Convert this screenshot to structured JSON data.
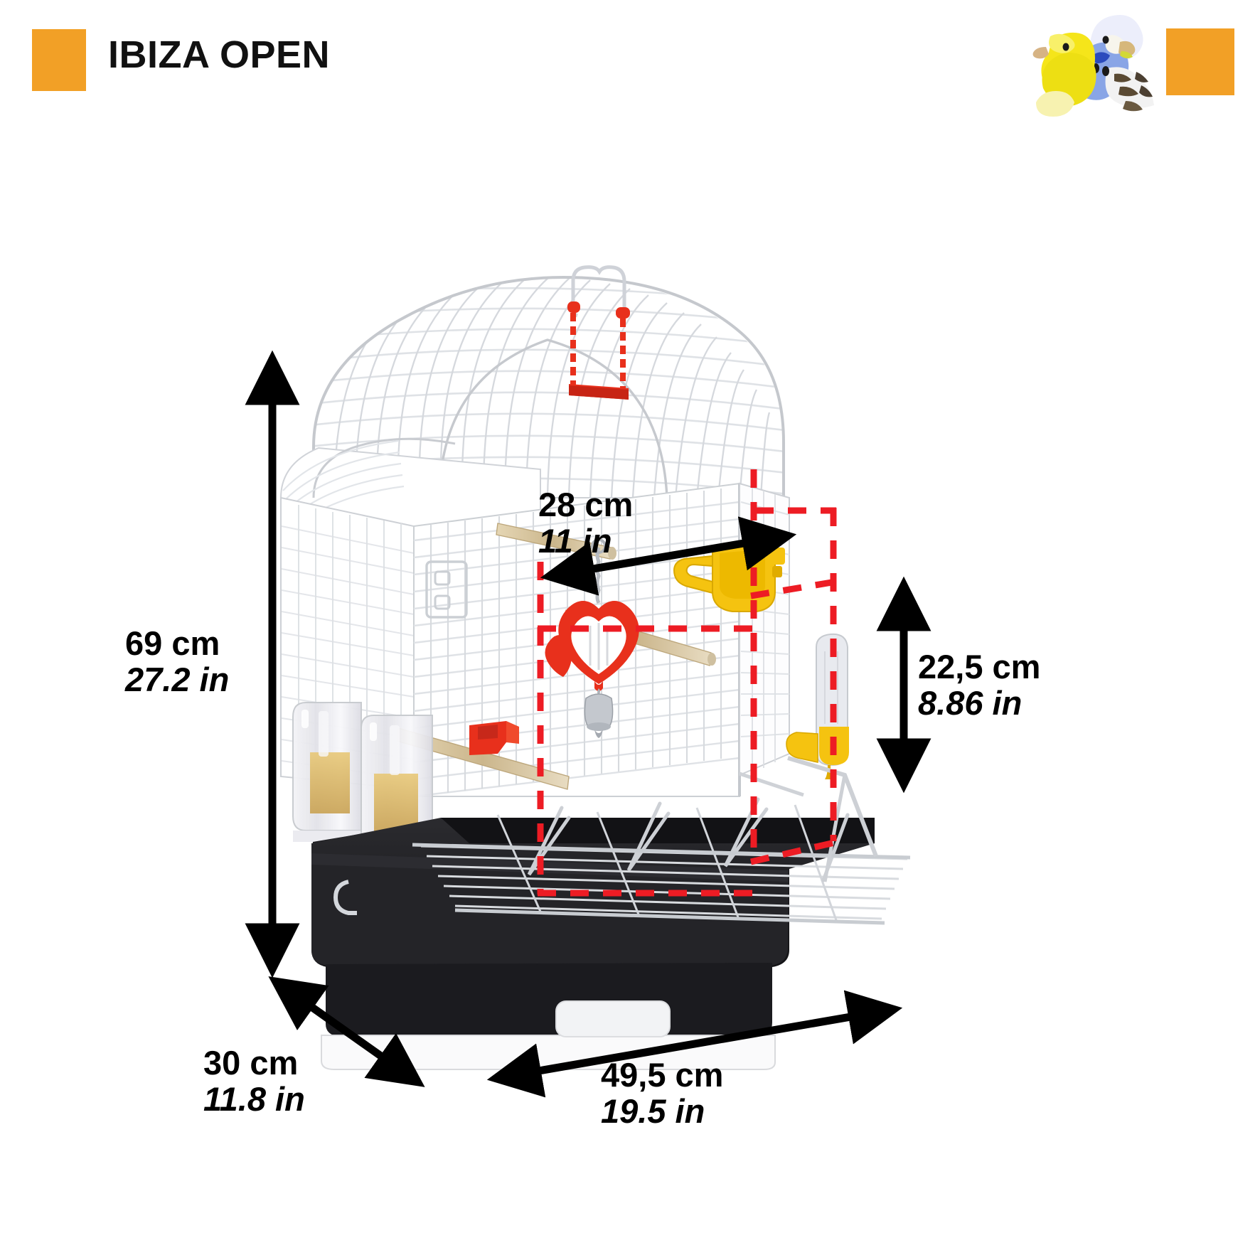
{
  "header": {
    "title": "IBIZA OPEN",
    "swatch_color": "#F2A026",
    "left_swatch_name": "orange-swatch",
    "birds_image_name": "birds-photo",
    "birds": [
      {
        "name": "canary",
        "color": "#F5E51A"
      },
      {
        "name": "budgerigar",
        "color": "#7E9BE0"
      }
    ]
  },
  "product": {
    "name": "IBIZA OPEN",
    "type": "bird-cage",
    "body_color": "#FFFFFF",
    "base_color": "#232326",
    "accent_colors": {
      "red": "#E8301C",
      "yellow": "#F5C310",
      "wood": "#D9C39A",
      "dashed_red": "#ED1C24"
    }
  },
  "dimensions": {
    "height": {
      "cm": "69 cm",
      "in": "27.2 in",
      "label": "height"
    },
    "top_span": {
      "cm": "28 cm",
      "in": "11 in",
      "label": "open-top-width"
    },
    "right": {
      "cm": "22,5 cm",
      "in": "8.86 in",
      "label": "inner-height"
    },
    "depth": {
      "cm": "30 cm",
      "in": "11.8 in",
      "label": "depth"
    },
    "width": {
      "cm": "49,5 cm",
      "in": "19.5 in",
      "label": "width"
    }
  },
  "annotations": {
    "dashed_box_label": "red-dashed-measure-box",
    "arrow_height_label": "height-arrow",
    "arrow_top_label": "top-span-arrow",
    "arrow_right_label": "inner-height-arrow",
    "arrow_depth_label": "depth-arrow",
    "arrow_width_label": "width-arrow"
  },
  "accessories": [
    {
      "name": "swing-toy",
      "color": "#E8301C"
    },
    {
      "name": "handle",
      "color": "#FFFFFF"
    },
    {
      "name": "heart-mirror-toy",
      "color": "#E8301C"
    },
    {
      "name": "bell",
      "color": "#BFBFBF"
    },
    {
      "name": "yellow-feeder-cup",
      "color": "#F5C310"
    },
    {
      "name": "water-bottle",
      "color": "#F5C310"
    },
    {
      "name": "seed-feeder-left",
      "color": "#E9E9EC"
    },
    {
      "name": "seed-feeder-right",
      "color": "#E9E9EC"
    },
    {
      "name": "wooden-perch-top",
      "color": "#D9C39A"
    },
    {
      "name": "wooden-perch-mid",
      "color": "#D9C39A"
    },
    {
      "name": "wooden-perch-low",
      "color": "#D9C39A"
    },
    {
      "name": "red-clip",
      "color": "#E8301C"
    },
    {
      "name": "bottom-grid",
      "color": "#FFFFFF"
    },
    {
      "name": "black-tray",
      "color": "#232326"
    },
    {
      "name": "pull-out-drawer",
      "color": "#FFFFFF"
    }
  ]
}
